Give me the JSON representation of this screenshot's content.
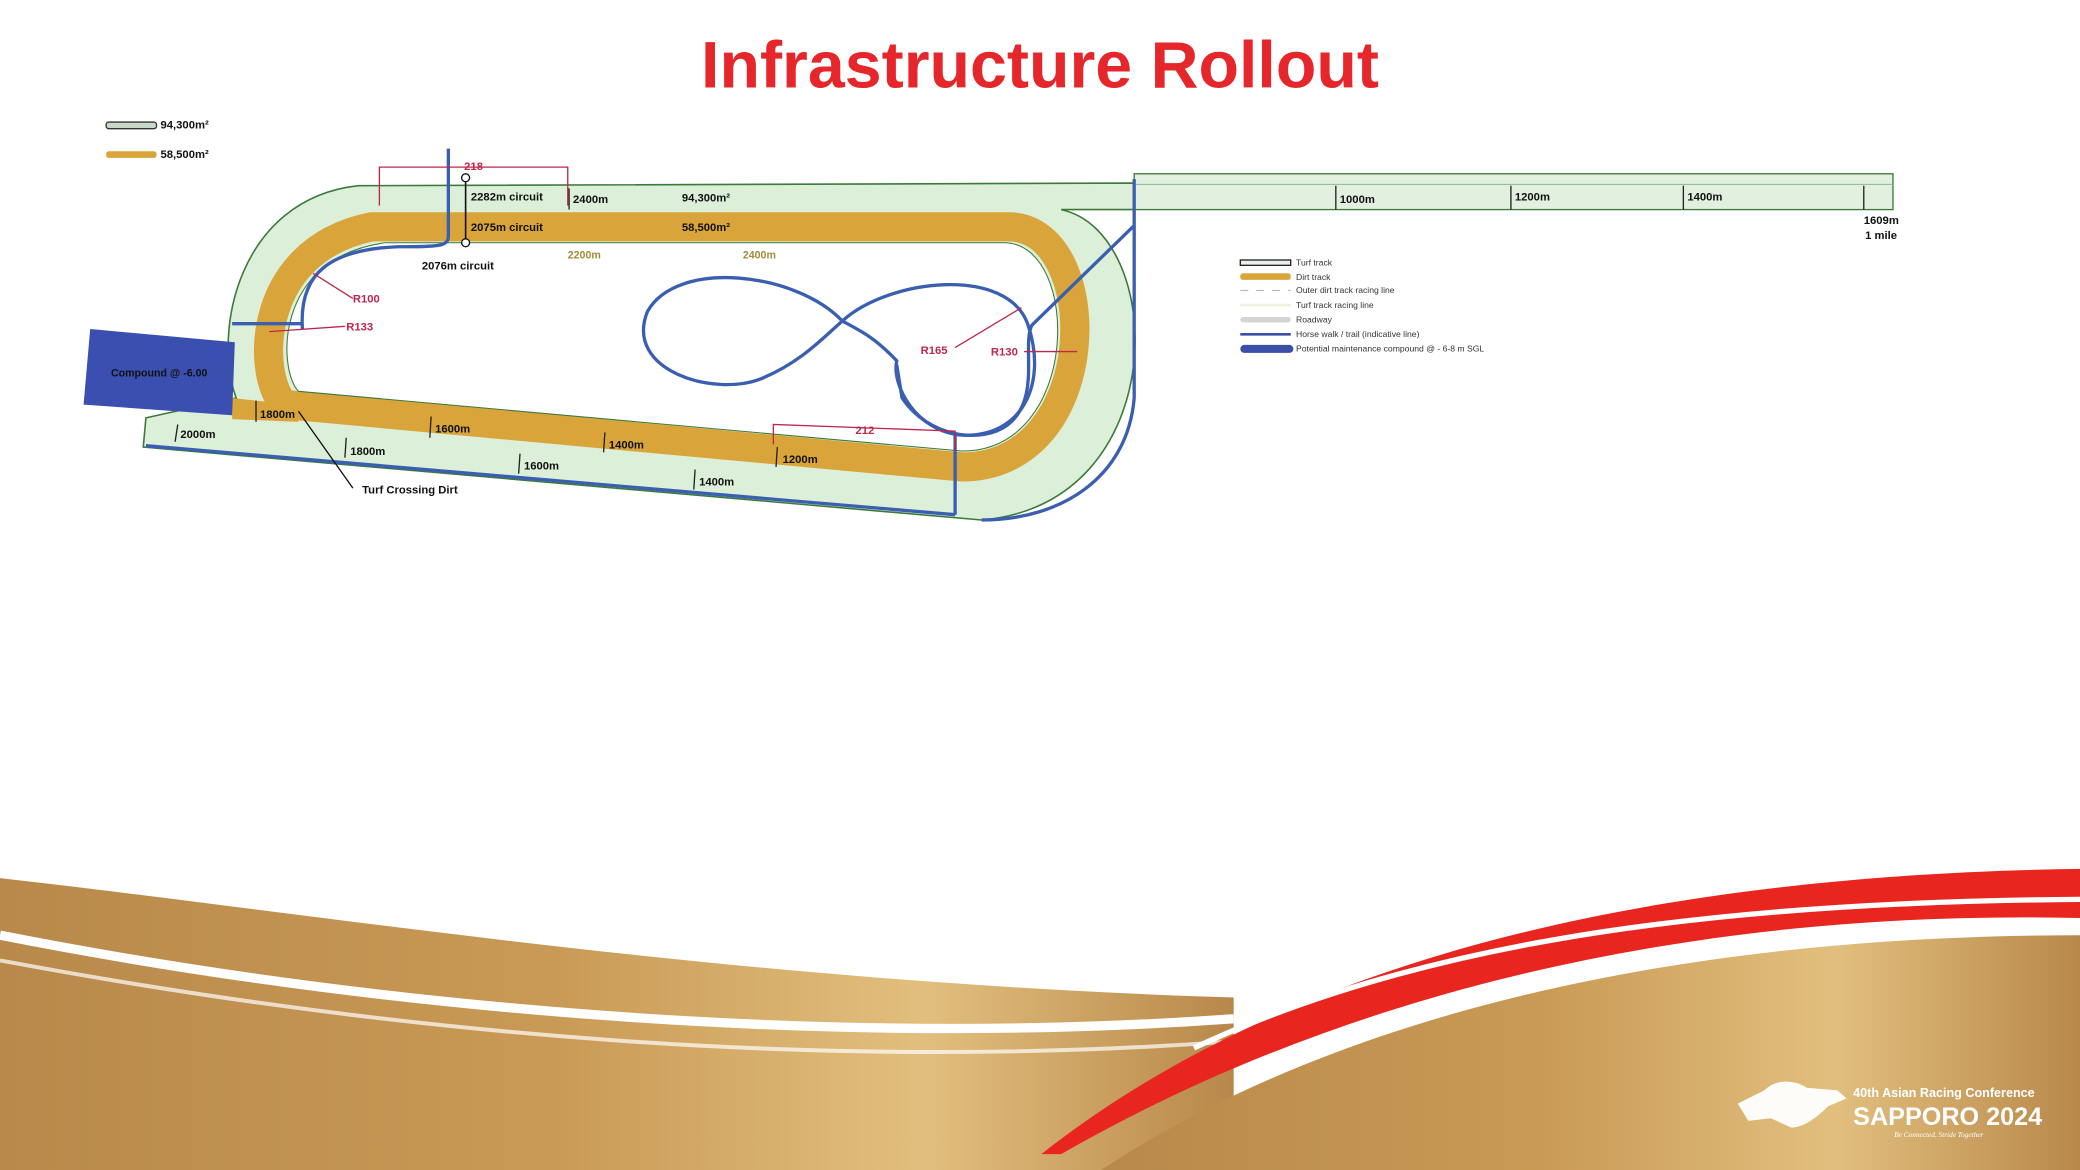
{
  "title": "Infrastructure Rollout",
  "area_legend": [
    {
      "label": "94,300m²",
      "color": "#c8d8c8"
    },
    {
      "label": "58,500m²",
      "color": "#d9a53a"
    }
  ],
  "track_labels": {
    "circuit_turf": "2282m circuit",
    "circuit_dirt": "2075m circuit",
    "circuit_walk": "2076m circuit",
    "turf_area": "94,300m²",
    "dirt_area": "58,500m²",
    "top_2400_turf": "2400m",
    "top_2200_dirt": "2200m",
    "top_2400_dirt": "2400m",
    "chute_1000": "1000m",
    "chute_1200": "1200m",
    "chute_1400": "1400m",
    "chute_end": "1609m",
    "chute_end_mile": "1 mile",
    "b_2000": "2000m",
    "b_1800_dirt": "1800m",
    "b_1800_turf": "1800m",
    "b_1600_dirt": "1600m",
    "b_1600_turf": "1600m",
    "b_1400_dirt": "1400m",
    "b_1400_turf": "1400m",
    "b_1200_dirt": "1200m",
    "crossing": "Turf Crossing Dirt",
    "compound": "Compound @ -6.00"
  },
  "dimensions": {
    "d218": "218",
    "d212": "212",
    "r100": "R100",
    "r133": "R133",
    "r165": "R165",
    "r130": "R130"
  },
  "legend": [
    {
      "label": "Turf track",
      "color": "#e8f2e8"
    },
    {
      "label": "Dirt track",
      "color": "#d9a53a"
    },
    {
      "label": "Outer dirt track racing line",
      "color": "#cccccc"
    },
    {
      "label": "Turf track racing line",
      "color": "#f2f6e6"
    },
    {
      "label": "Roadway",
      "color": "#d4d4d4"
    },
    {
      "label": "Horse walk / trail (indicative line)",
      "color": "#3a4fa8"
    },
    {
      "label": "Potential maintenance compound @ - 6-8 m SGL",
      "color": "#3a4fa8"
    }
  ],
  "logo": {
    "line1": "40th Asian Racing Conference",
    "line2": "SAPPORO 2024",
    "tagline": "Be Connected, Stride Together"
  },
  "colors": {
    "title": "#e5262a",
    "gold": "#c9a05a",
    "red": "#e8261f",
    "walk": "#3a5fb0"
  }
}
